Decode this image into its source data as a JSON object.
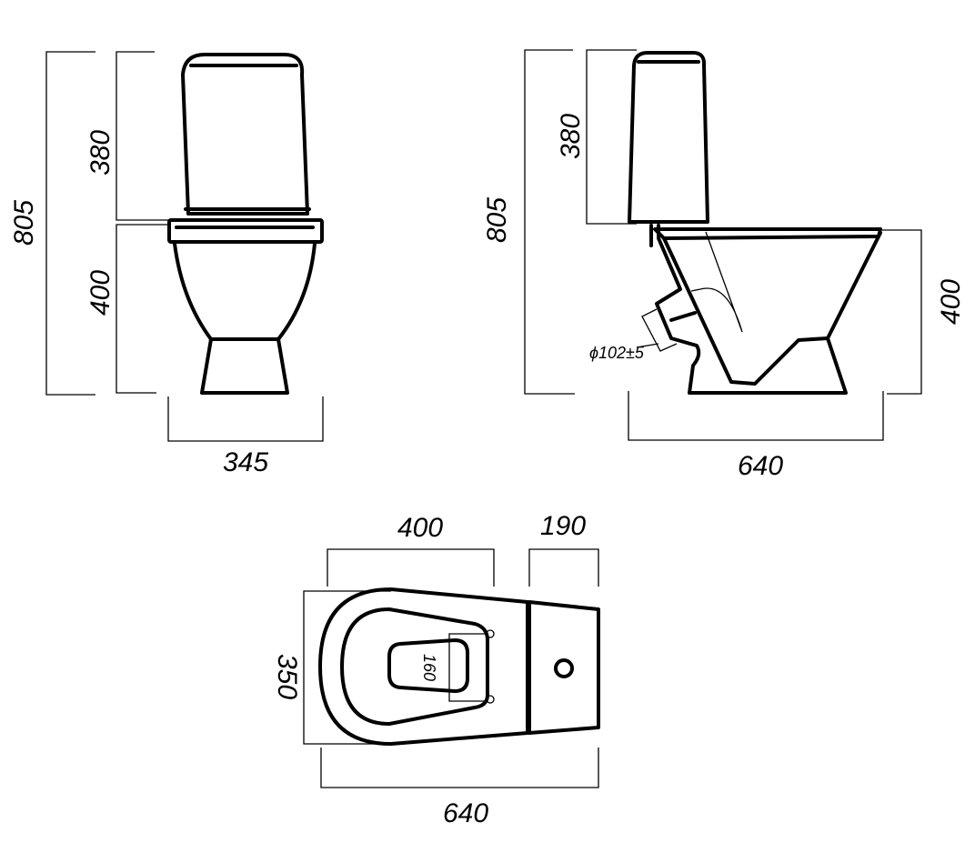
{
  "front_view": {
    "height_total": "805",
    "height_tank": "380",
    "height_bowl": "400",
    "width": "345"
  },
  "side_view": {
    "height_total": "805",
    "height_tank": "380",
    "height_bowl": "400",
    "length": "640",
    "outlet_diameter": "ϕ102±5"
  },
  "top_view": {
    "bowl_length": "400",
    "tank_depth": "190",
    "width": "350",
    "length": "640",
    "seat_hole_spacing": "160"
  }
}
